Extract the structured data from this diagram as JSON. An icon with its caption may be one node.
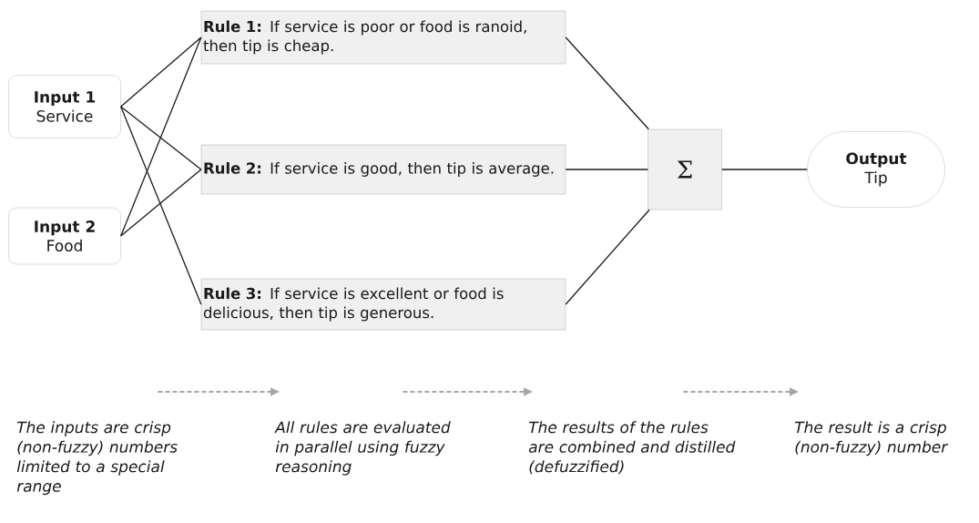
{
  "diagram": {
    "nodes": [
      {
        "text": [
          "Input 1",
          "Service"
        ]
      },
      {
        "text": [
          "**Rule 1:** If service is poor or food is ranoid, then tip is cheap."
        ]
      },
      {
        "text": [
          "**Rule 2:** If service is good, then tip is average."
        ]
      },
      {
        "text": [
          "Input 2",
          "Food"
        ]
      },
      {
        "text": [
          "**Rule 3:** If service is excellent or food is delicious, then tip is generous."
        ]
      },
      {
        "text": [
          "Σ"
        ]
      },
      {
        "text": [
          "Output",
          "Tip"
        ]
      },
      {
        "text": [
          "The inputs are crisp (non-fuzzy) numbers limited to a special range"
        ]
      },
      {
        "text": [
          "All rules are evaluated in parallel using fuzzy reasoning"
        ]
      },
      {
        "text": [
          "The results of the rules are combined and distilled (defuzzified)"
        ]
      },
      {
        "text": [
          "The result is a crisp (non-fuzzy) number"
        ]
      }
    ],
    "edges": [
      {
        "from": 0,
        "to": 1,
        "arrow": "none"
      },
      {
        "from": 0,
        "to": 2,
        "arrow": "none"
      },
      {
        "from": 0,
        "to": 4,
        "arrow": "none"
      },
      {
        "from": 3,
        "to": 1,
        "arrow": "none"
      },
      {
        "from": 3,
        "to": 2,
        "arrow": "none"
      },
      {
        "from": 1,
        "to": 5,
        "arrow": "none"
      },
      {
        "from": 2,
        "to": 5,
        "arrow": "none"
      },
      {
        "from": 4,
        "to": 5,
        "arrow": "none"
      },
      {
        "from": 5,
        "to": 6,
        "arrow": "none"
      },
      {
        "from": 7,
        "to": 8,
        "arrow": "to",
        "style": "dashed",
        "color": "#a6a6a6"
      },
      {
        "from": 8,
        "to": 9,
        "arrow": "to",
        "style": "dashed",
        "color": "#a6a6a6"
      },
      {
        "from": 9,
        "to": 10,
        "arrow": "to",
        "style": "dashed",
        "color": "#a6a6a6"
      }
    ]
  }
}
